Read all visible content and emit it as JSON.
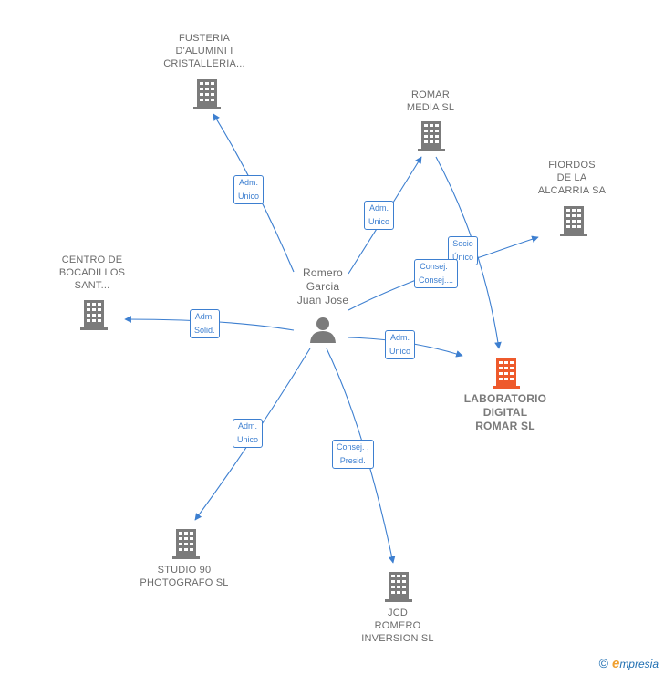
{
  "person": {
    "name": "Romero\nGarcia\nJuan Jose"
  },
  "companies": [
    {
      "id": "fusteria",
      "label": "FUSTERIA\nD'ALUMINI I\nCRISTALLERIA...",
      "main": false
    },
    {
      "id": "romar_media",
      "label": "ROMAR\nMEDIA  SL",
      "main": false
    },
    {
      "id": "fiordos",
      "label": "FIORDOS\nDE LA\nALCARRIA SA",
      "main": false
    },
    {
      "id": "centro",
      "label": "CENTRO DE\nBOCADILLOS\nSANT...",
      "main": false
    },
    {
      "id": "laboratorio",
      "label": "LABORATORIO\nDIGITAL\nROMAR  SL",
      "main": true
    },
    {
      "id": "studio90",
      "label": "STUDIO 90\nPHOTOGRAFO SL",
      "main": false
    },
    {
      "id": "jcd",
      "label": "JCD\nROMERO\nINVERSION  SL",
      "main": false
    }
  ],
  "edges": [
    {
      "id": "e-fusteria",
      "label": "Adm.\nUnico"
    },
    {
      "id": "e-romar",
      "label": "Adm.\nUnico"
    },
    {
      "id": "e-socio",
      "label": "Socio\nÚnico"
    },
    {
      "id": "e-consej-lab",
      "label": "Consej. ,\nConsej...."
    },
    {
      "id": "e-centro",
      "label": "Adm.\nSolid."
    },
    {
      "id": "e-lab",
      "label": "Adm.\nUnico"
    },
    {
      "id": "e-studio",
      "label": "Adm.\nUnico"
    },
    {
      "id": "e-jcd",
      "label": "Consej. ,\nPresid."
    }
  ],
  "footer": {
    "copyright": "©",
    "brand_initial": "e",
    "brand_rest": "mpresia"
  },
  "colors": {
    "edge": "#3d7fd0",
    "building": "#7b7b7b",
    "building_main": "#ee5a2c",
    "person": "#7b7b7b"
  }
}
